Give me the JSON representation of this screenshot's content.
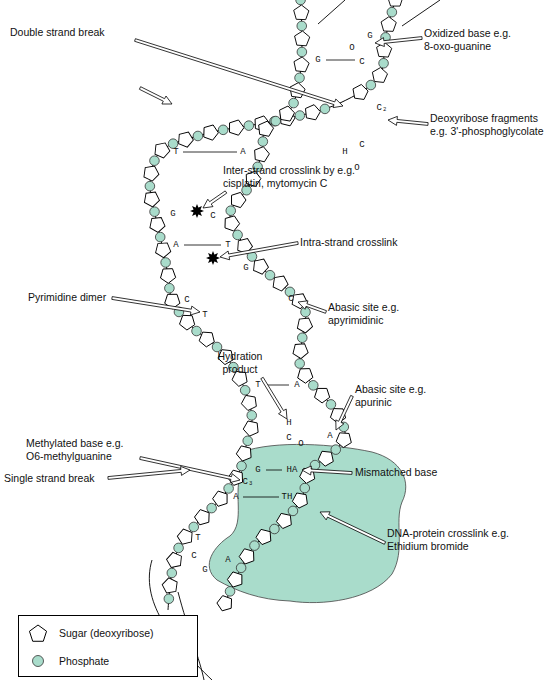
{
  "diagram": {
    "labels": [
      "Double strand break",
      "Oxidized base e.g. 8-oxo-guanine",
      "Deoxyribose fragments e.g. 3'-phosphoglycolate",
      "Inter-strand crosslink by e.g. cisplatin, mytomycin C",
      "Intra-strand crosslink",
      "Pyrimidine dimer",
      "Abasic site e.g. apyrimidinic",
      "Hydration product",
      "Abasic site e.g. apurinic",
      "Methylated base e.g. O6-methylguanine",
      "Single strand break",
      "Mismatched base",
      "DNA-protein crosslink e.g. Ethidium bromide",
      "G",
      "O",
      "G",
      "C",
      "C₂",
      "H",
      "C",
      "O",
      "T",
      "A",
      "G",
      "C",
      "A",
      "T",
      "G",
      "C",
      "T",
      "C",
      "T",
      "A",
      "H",
      "C",
      "O",
      "A",
      "G",
      "HA",
      "C₃",
      "A",
      "TH",
      "T",
      "C",
      "G",
      "A"
    ],
    "legend": [
      {
        "text": "Sugar (deoxyribose)"
      },
      {
        "text": "Phosphate"
      }
    ]
  }
}
